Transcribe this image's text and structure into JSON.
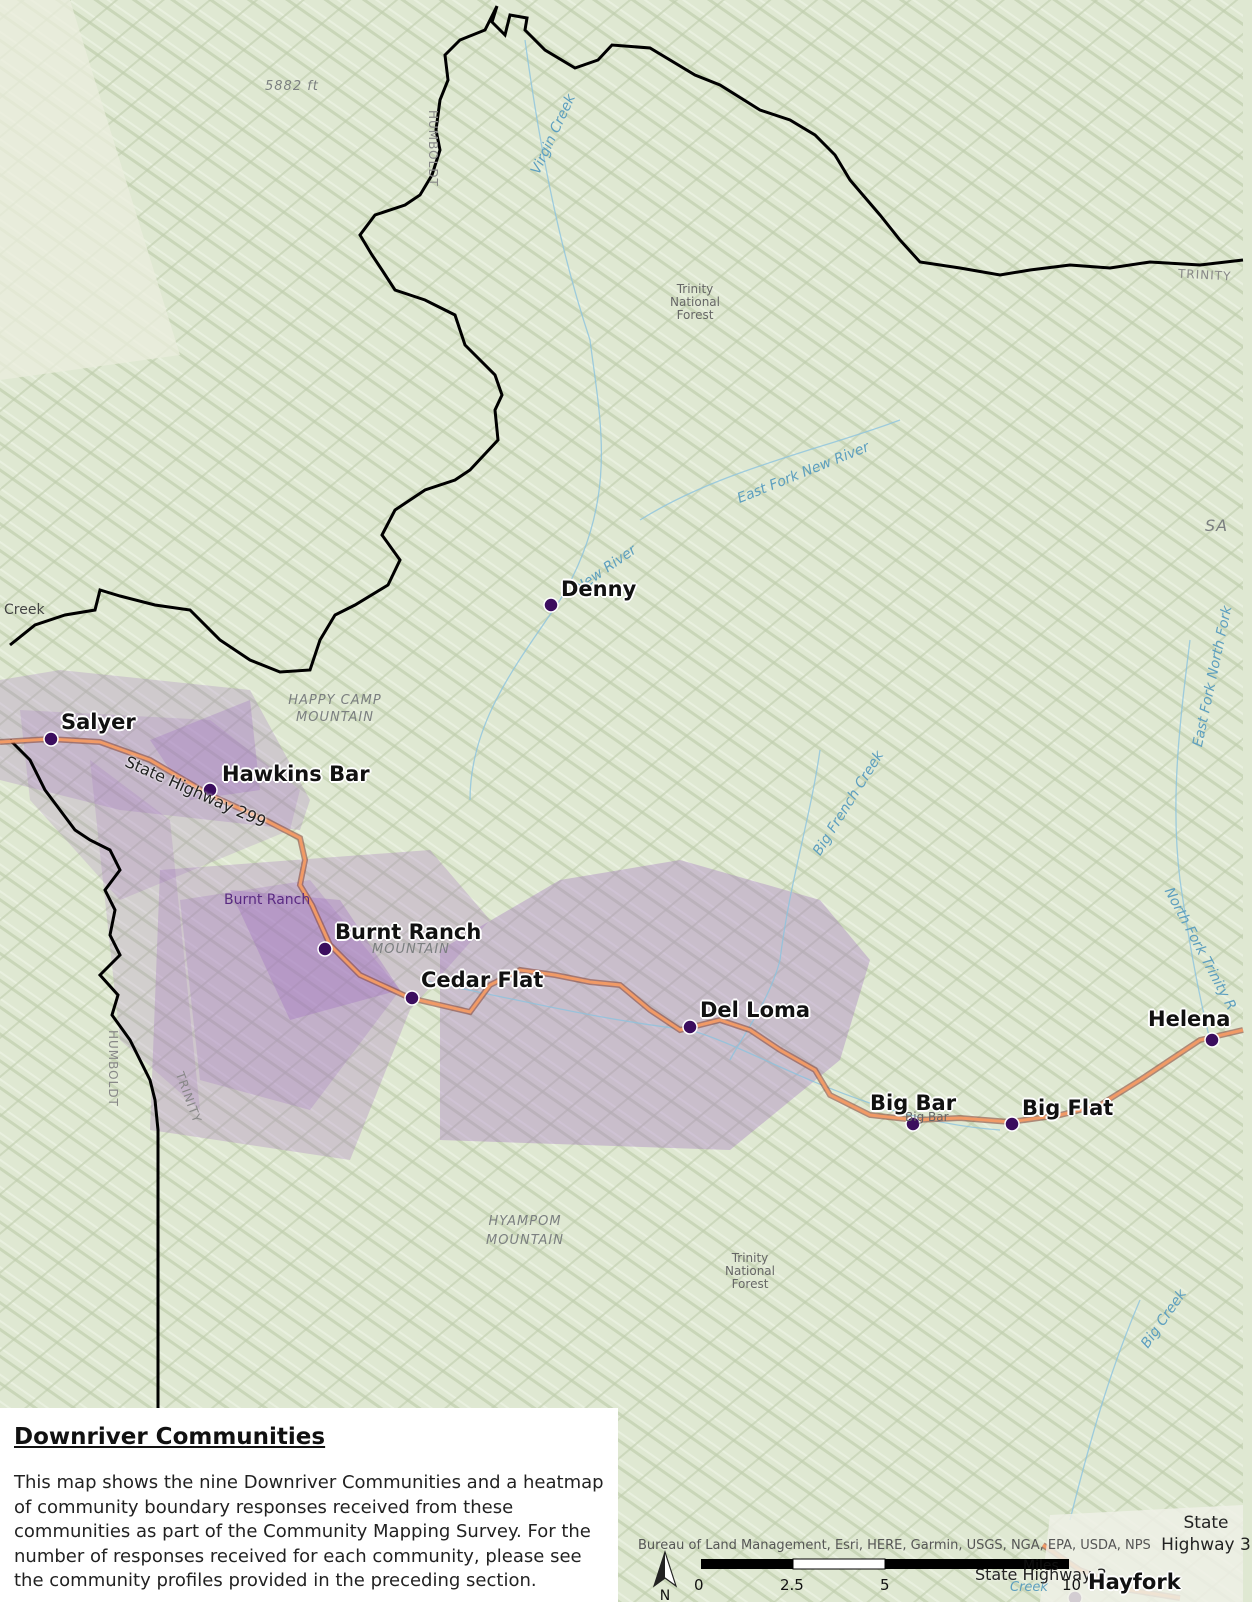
{
  "legend": {
    "title": "Downriver Communities",
    "description": "This map shows the nine Downriver Communities and a heatmap of community boundary responses received from these communities as part of the Community Mapping Survey. For the number of responses received for each community, please see the community profiles provided in the preceding section."
  },
  "communities": [
    {
      "name": "Salyer"
    },
    {
      "name": "Hawkins Bar"
    },
    {
      "name": "Burnt Ranch"
    },
    {
      "name": "Cedar Flat"
    },
    {
      "name": "Denny"
    },
    {
      "name": "Del Loma"
    },
    {
      "name": "Big Bar"
    },
    {
      "name": "Big Flat"
    },
    {
      "name": "Helena"
    },
    {
      "name": "Hayfork"
    }
  ],
  "basemap_labels": {
    "elevation": "5882 ft",
    "happy_camp": "HAPPY CAMP MOUNTAIN",
    "burnt_ranch_mountain": "MOUNTAIN",
    "burnt_ranch_small": "Burnt Ranch",
    "big_bar_small": "Big Bar",
    "hyampom": "HYAMPOM MOUNTAIN",
    "forest_1": "Trinity National Forest",
    "forest_2": "Trinity National Forest",
    "county_humboldt_1": "HUMBOLDT",
    "county_humboldt_2": "HUMBOLDT",
    "county_trinity_1": "TRINITY",
    "county_trinity_2": "TRINITY",
    "sa": "SA",
    "creek_left": "Creek",
    "creek_bottom": "Creek"
  },
  "water_labels": {
    "virgin_creek": "Virgin Creek",
    "east_fork_new_river": "East Fork New River",
    "new_river": "New River",
    "big_french_creek": "Big French Creek",
    "east_fork_north_fork": "East Fork North Fork",
    "north_fork_trinity": "North Fork Trinity R",
    "big_creek": "Big Creek"
  },
  "roads": {
    "highway_299": "State Highway 299",
    "highway_3_a": "State Highway 3",
    "highway_3_b": "State Highway 3"
  },
  "map_elements": {
    "credits": "Bureau of Land Management, Esri, HERE, Garmin, USGS, NGA, EPA, USDA, NPS",
    "scale_ticks": [
      "0",
      "2.5",
      "5",
      "10"
    ],
    "scale_unit": "Miles",
    "north": "N"
  },
  "colors": {
    "terrain": "#dfe8d2",
    "heatmap": "#a070c0",
    "highway": "#e07a50",
    "boundary": "#000000",
    "community_point": "#3b0d5e",
    "water": "#5d9fbf"
  }
}
